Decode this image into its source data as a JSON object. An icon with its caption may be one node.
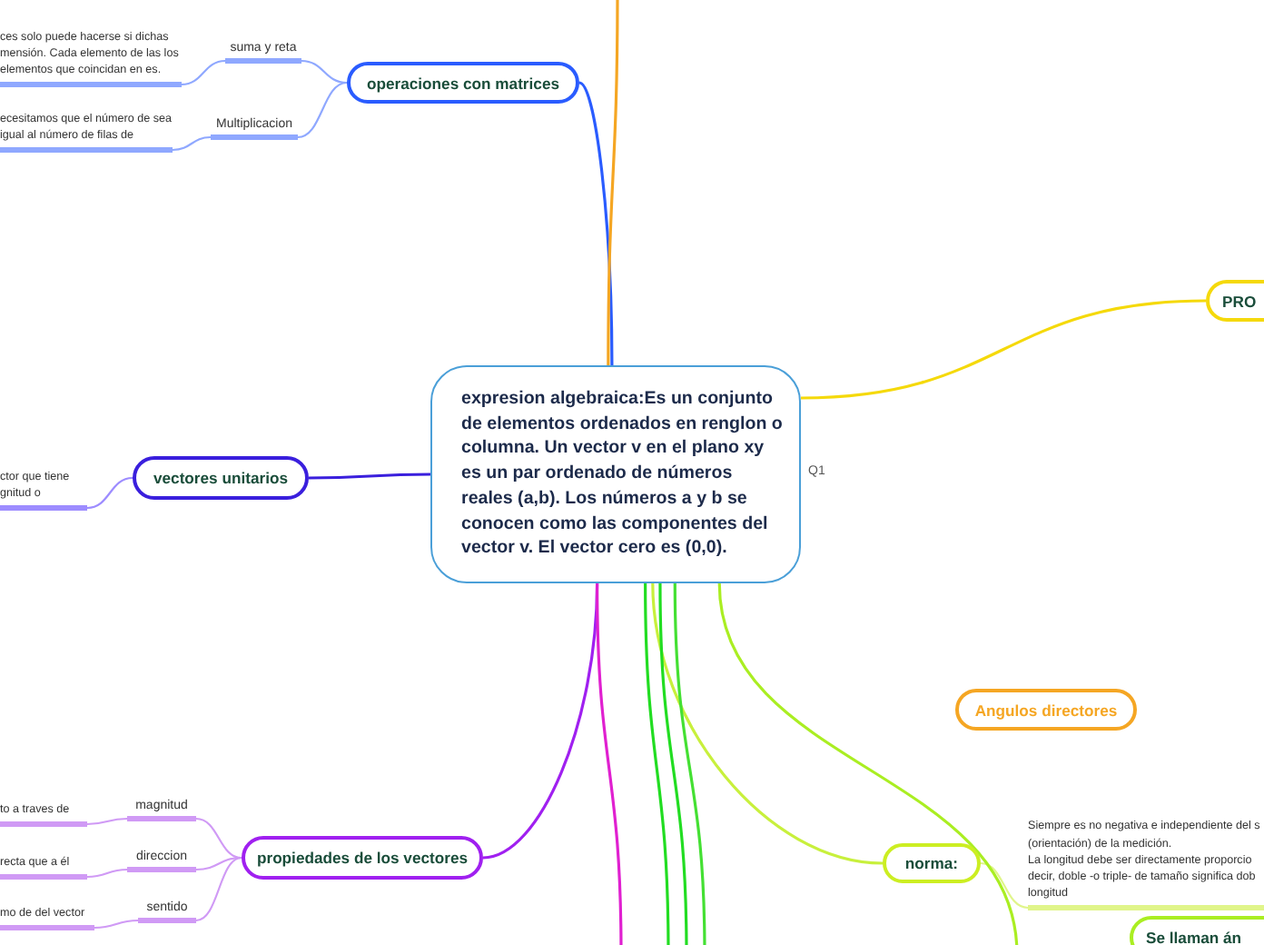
{
  "diagram": {
    "nodes": [
      {
        "text": [
          "expresion algebraica:Es un conjunto de elementos ordenados en renglon o columna. Un vector v en el plano xy es un par ordenado de números reales (a,b). Los números a y b se conocen como las componentes del vector v. El vector cero es (0,0)."
        ]
      },
      {
        "text": [
          "operaciones con matrices"
        ]
      },
      {
        "text": [
          "suma y reta"
        ]
      },
      {
        "text": [
          "Multiplicacion"
        ]
      },
      {
        "text": [
          "ces solo puede hacerse si dichas mensión. Cada elemento de las los elementos que coincidan en es."
        ]
      },
      {
        "text": [
          "ecesitamos que el número de sea igual al número de filas de"
        ]
      },
      {
        "text": [
          "vectores unitarios"
        ]
      },
      {
        "text": [
          "ctor que tiene gnitud o"
        ]
      },
      {
        "text": [
          "propiedades de los vectores"
        ]
      },
      {
        "text": [
          "magnitud"
        ]
      },
      {
        "text": [
          "direccion"
        ]
      },
      {
        "text": [
          "sentido"
        ]
      },
      {
        "text": [
          "to a traves de"
        ]
      },
      {
        "text": [
          "recta que a él"
        ]
      },
      {
        "text": [
          "mo de del vector"
        ]
      },
      {
        "text": [
          "PRO"
        ]
      },
      {
        "text": [
          "Angulos directores"
        ]
      },
      {
        "text": [
          "norma:"
        ]
      },
      {
        "text": [
          "Siempre es no negativa e independiente del s (orientación) de la medición.",
          "La longitud debe ser directamente proporcio decir, doble -o triple- de tamaño significa dob longitud"
        ]
      },
      {
        "text": [
          "Se llaman án"
        ]
      }
    ],
    "edges": [
      {
        "from": 0,
        "to": 1,
        "arrow": "none",
        "color": "#2a5cff"
      },
      {
        "from": 1,
        "to": 2,
        "arrow": "none",
        "color": "#8fa8ff"
      },
      {
        "from": 1,
        "to": 3,
        "arrow": "none",
        "color": "#8fa8ff"
      },
      {
        "from": 2,
        "to": 4,
        "arrow": "none",
        "color": "#8fa8ff"
      },
      {
        "from": 3,
        "to": 5,
        "arrow": "none",
        "color": "#8fa8ff"
      },
      {
        "from": 0,
        "to": 6,
        "arrow": "none",
        "color": "#3a1fdd"
      },
      {
        "from": 6,
        "to": 7,
        "arrow": "none",
        "color": "#9d8cff"
      },
      {
        "from": 0,
        "to": 8,
        "arrow": "none",
        "color": "#a020f0"
      },
      {
        "from": 8,
        "to": 9,
        "arrow": "none",
        "color": "#d09af5"
      },
      {
        "from": 8,
        "to": 10,
        "arrow": "none",
        "color": "#d09af5"
      },
      {
        "from": 8,
        "to": 11,
        "arrow": "none",
        "color": "#d09af5"
      },
      {
        "from": 9,
        "to": 12,
        "arrow": "none",
        "color": "#d09af5"
      },
      {
        "from": 10,
        "to": 13,
        "arrow": "none",
        "color": "#d09af5"
      },
      {
        "from": 11,
        "to": 14,
        "arrow": "none",
        "color": "#d09af5"
      },
      {
        "from": 0,
        "to": 15,
        "arrow": "none",
        "color": "#f5d90a"
      },
      {
        "from": 0,
        "to": 17,
        "arrow": "none",
        "color": "#c8f03c"
      },
      {
        "from": 17,
        "to": 18,
        "arrow": "none",
        "color": "#e0f58a"
      },
      {
        "from": 0,
        "to": null,
        "arrow": "none",
        "color": "#f5a623"
      },
      {
        "from": 0,
        "to": null,
        "arrow": "none",
        "color": "#e020d0"
      },
      {
        "from": 0,
        "to": null,
        "arrow": "none",
        "color": "#22dd22"
      },
      {
        "from": 0,
        "to": null,
        "arrow": "none",
        "color": "#22dd22"
      },
      {
        "from": 0,
        "to": null,
        "arrow": "none",
        "color": "#44e033"
      },
      {
        "from": 0,
        "to": null,
        "arrow": "none",
        "color": "#aaee22"
      }
    ],
    "labels": [
      "Q1"
    ]
  }
}
